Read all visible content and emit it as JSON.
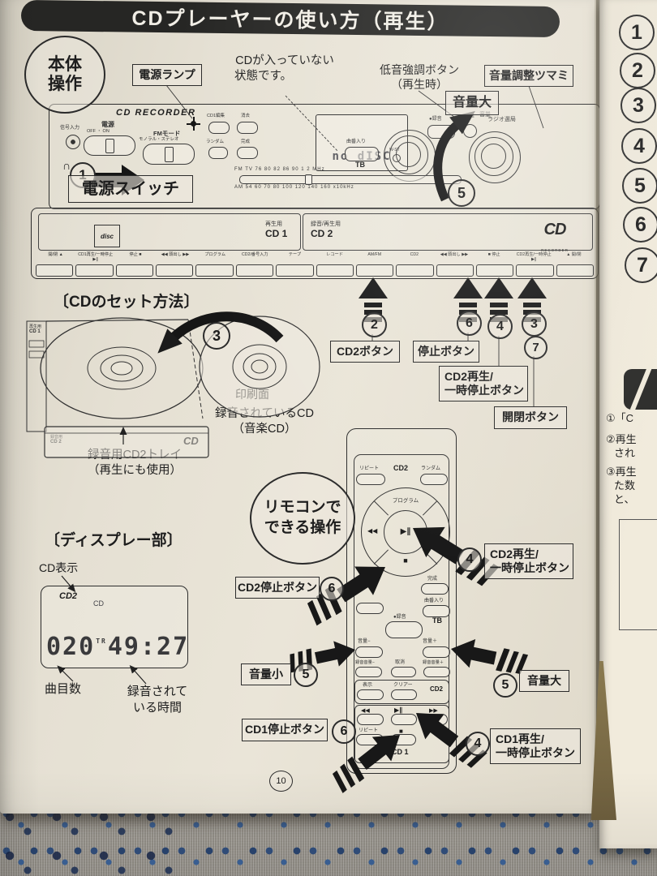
{
  "title": {
    "text": "CDプレーヤーの使い方（再生）"
  },
  "badge": {
    "line1": "本体",
    "line2": "操作"
  },
  "callouts_top": {
    "power_lamp": "電源ランプ",
    "no_cd_1": "CDが入っていない",
    "no_cd_2": "状態です。",
    "bass_1": "低音強調ボタン",
    "bass_2": "（再生時）",
    "volume_knob": "音量調整ツマミ",
    "volume_up": "音量大",
    "power_switch": "電源スイッチ",
    "num_1": "1",
    "num_5": "5"
  },
  "unit": {
    "brand": "CD RECORDER",
    "signal_input": "信号入力",
    "power": "電源",
    "power_range": "OFF ・ ON",
    "fm_mode": "FMモード",
    "fm_range": "モノラル・ステレオ",
    "btn_cd1_edit": "CD1編集",
    "btn_erase": "消去",
    "btn_random": "ランダム",
    "btn_complete": "完成",
    "lcd": "no dISC",
    "btn_rec": "●録音",
    "btn_xbass": "X-BASS",
    "radio_tuning": "ラジオ選局",
    "btn_track": "曲番入り",
    "tb": "TB",
    "wst": "W-ST",
    "volume": "音量",
    "fm_scale": "FM TV 76  80 82  86  90  1  2  MHz",
    "am_scale": "AM  54  60  70  80  100 120 140 160 x10kHz"
  },
  "deck": {
    "play_use": "再生用",
    "cd1": "CD 1",
    "rec_play_use": "録音/再生用",
    "cd2": "CD 2",
    "disc_logo": "disc",
    "logo_cd": "CD",
    "logo_recorder": "RECORDER",
    "buttons": [
      "開/閉 ▲",
      "CD1再生/一時停止 ▶∥",
      "停止 ■",
      "◀◀ 頭出し ▶▶",
      "プログラム",
      "CD2/番号入力",
      "テープ",
      "レコード",
      "AM/FM",
      "CD2",
      "◀◀ 頭出し ▶▶",
      "■ 停止",
      "CD2再生/一時停止 ▶∥",
      "▲ 開/閉"
    ]
  },
  "cdset": {
    "heading": "〔CDのセット方法〕",
    "num_3": "3",
    "print_side": "印刷面",
    "rec_cd_1": "録音されているCD",
    "rec_cd_2": "（音楽CD）",
    "tray_1": "録音用CD2トレイ",
    "tray_2": "（再生にも使用）",
    "side_use": "再生用",
    "side_cd1": "CD 1",
    "base_use": "録音用",
    "base_cd2": "CD 2",
    "base_logo": "CD"
  },
  "lcd_section": {
    "heading": "〔ディスプレー部〕",
    "cd_label": "CD表示",
    "cd2": "CD2",
    "cd": "CD",
    "tracks": "020",
    "tr": "TR",
    "time": "49:27",
    "track_count": "曲目数",
    "rec_time_1": "録音されて",
    "rec_time_2": "いる時間"
  },
  "remote": {
    "bubble_1": "リモコンで",
    "bubble_2": "できる操作",
    "repeat": "リピート",
    "cd2": "CD2",
    "random": "ランダム",
    "program": "プログラム",
    "prev": "◀◀",
    "play": "▶∥",
    "next": "▶▶",
    "stop": "■",
    "complete": "完成",
    "track": "曲番入り",
    "tb": "TB",
    "rec": "●録音",
    "vol_minus": "音量−",
    "vol_plus": "音量＋",
    "recvol_minus": "録音音量−",
    "cancel": "取消",
    "recvol_plus": "録音音量＋",
    "disp": "表示",
    "clear": "クリアー",
    "cd2_zone": "CD2",
    "prev2": "◀◀",
    "play2": "▶∥",
    "next2": "▶▶",
    "repeat2": "リピート",
    "stop2": "■",
    "cd1": "CD 1"
  },
  "callouts_mid": {
    "num_2": "2",
    "num_6": "6",
    "num_4": "4",
    "num_3": "3",
    "num_7": "7",
    "cd2_button": "CD2ボタン",
    "stop_button": "停止ボタン",
    "cd2_play_1": "CD2再生/",
    "cd2_play_2": "一時停止ボタン",
    "open_close": "開閉ボタン"
  },
  "callouts_remote": {
    "cd2_stop": "CD2停止ボタン",
    "num_6a": "6",
    "num_4a": "4",
    "cd2_play_1": "CD2再生/",
    "cd2_play_2": "一時停止ボタン",
    "vol_small": "音量小",
    "num_5a": "5",
    "num_5b": "5",
    "vol_large": "音量大",
    "cd1_stop": "CD1停止ボタン",
    "num_6b": "6",
    "num_4b": "4",
    "cd1_play_1": "CD1再生/",
    "cd1_play_2": "一時停止ボタン"
  },
  "page": {
    "number": "10"
  },
  "next_page": {
    "numbers": [
      "1",
      "2",
      "3",
      "4",
      "5",
      "6",
      "7"
    ],
    "s1": "①「C",
    "s2": "②再生",
    "s2b": "され",
    "s3": "③再生",
    "s3b": "た数",
    "s3c": "と、"
  }
}
